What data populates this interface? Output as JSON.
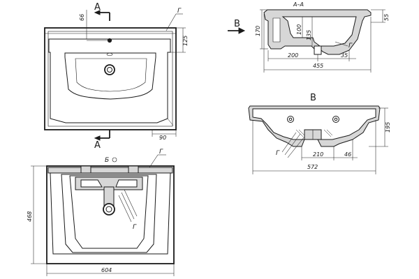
{
  "views": {
    "top": {
      "section_mark": "A",
      "section_mark_bottom": "A",
      "surface_mark": "Г",
      "dims": {
        "d66": "66",
        "d125": "125",
        "d90": "90"
      }
    },
    "section": {
      "title": "А–А",
      "surface_mark": "Г",
      "view_arrow": "B",
      "dims": {
        "d170": "170",
        "d100": "100",
        "d135": "135",
        "d55": "55",
        "d200": "200",
        "d35": "35",
        "d455": "455"
      }
    },
    "front": {
      "title": "B",
      "surface_mark": "Г",
      "dims": {
        "d195": "195",
        "d210": "210",
        "d46": "46",
        "d572": "572"
      }
    },
    "bottom": {
      "view_mark": "Б",
      "surface_mark": "Г",
      "dims": {
        "d468": "468",
        "d604": "604"
      }
    }
  },
  "colors": {
    "line": "#1a1a1a",
    "fill": "#d7d7d7",
    "background": "#ffffff"
  }
}
